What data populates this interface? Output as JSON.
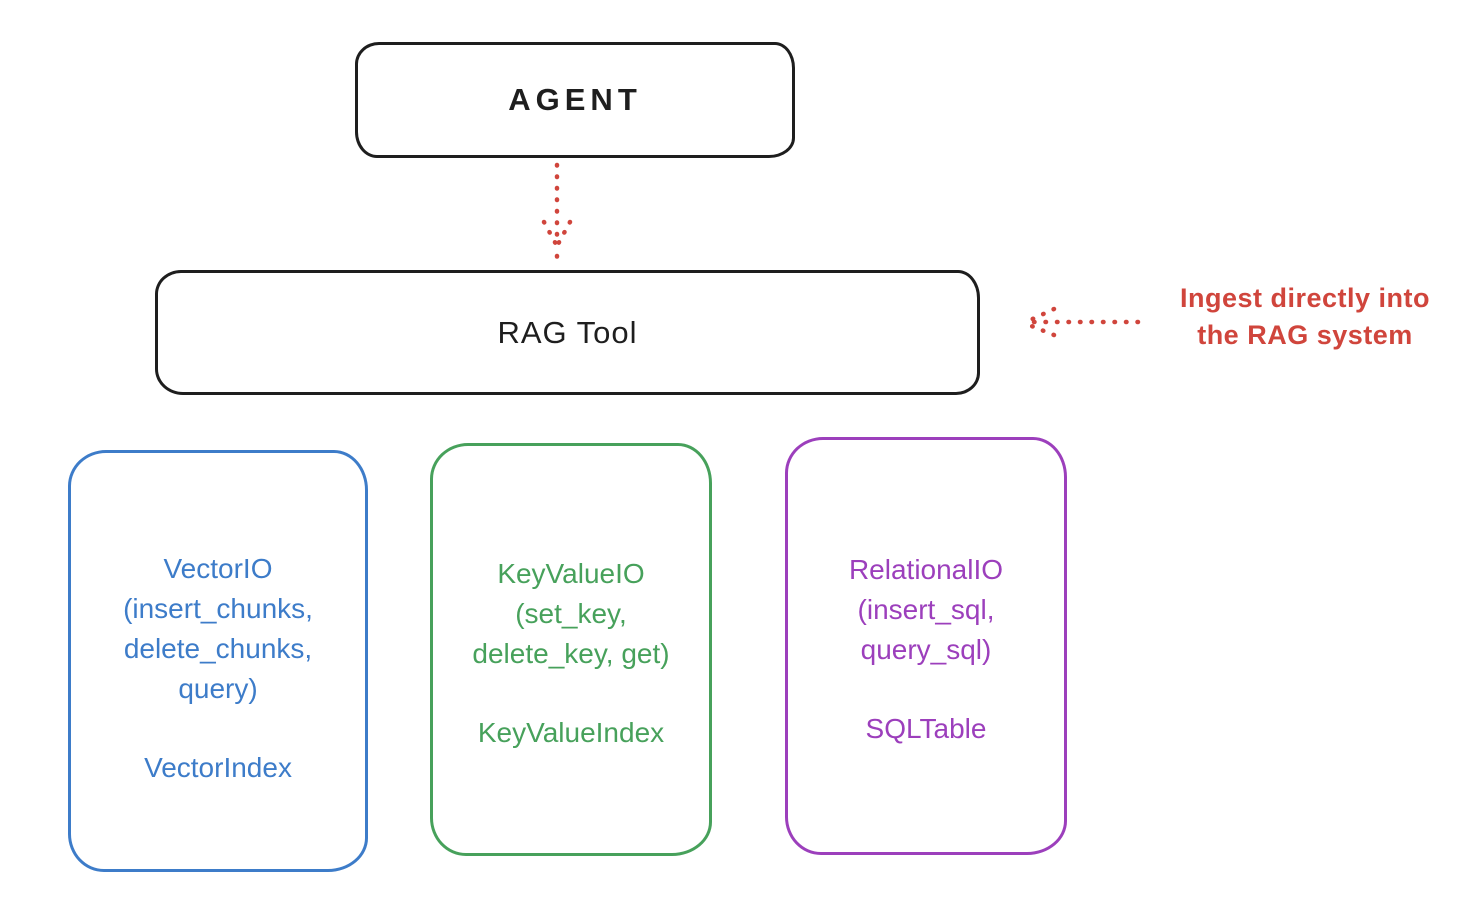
{
  "canvas": {
    "background": "#ffffff",
    "ink": "#1e1e1e"
  },
  "nodes": {
    "agent": {
      "label": "AGENT",
      "stroke": "#1e1e1e"
    },
    "rag_tool": {
      "label": "RAG Tool",
      "stroke": "#1e1e1e"
    }
  },
  "annotation": {
    "lines": [
      "Ingest directly into",
      "the RAG system"
    ],
    "color": "#d0453c"
  },
  "arrows": {
    "agent_to_rag": {
      "style": "dotted",
      "direction": "down",
      "color": "#d0453c"
    },
    "annotation_to_rag": {
      "style": "dotted",
      "direction": "left",
      "color": "#d0453c"
    }
  },
  "io_nodes": [
    {
      "name": "vector-io",
      "color": "#3d7cc9",
      "lines": [
        "VectorIO",
        "(insert_chunks,",
        "delete_chunks,",
        "query)"
      ],
      "secondary": "VectorIndex"
    },
    {
      "name": "keyvalue-io",
      "color": "#47a15b",
      "lines": [
        "KeyValueIO",
        "(set_key,",
        "delete_key, get)"
      ],
      "secondary": "KeyValueIndex"
    },
    {
      "name": "relational-io",
      "color": "#9c3fbc",
      "lines": [
        "RelationalIO",
        "(insert_sql,",
        "query_sql)"
      ],
      "secondary": "SQLTable"
    }
  ]
}
